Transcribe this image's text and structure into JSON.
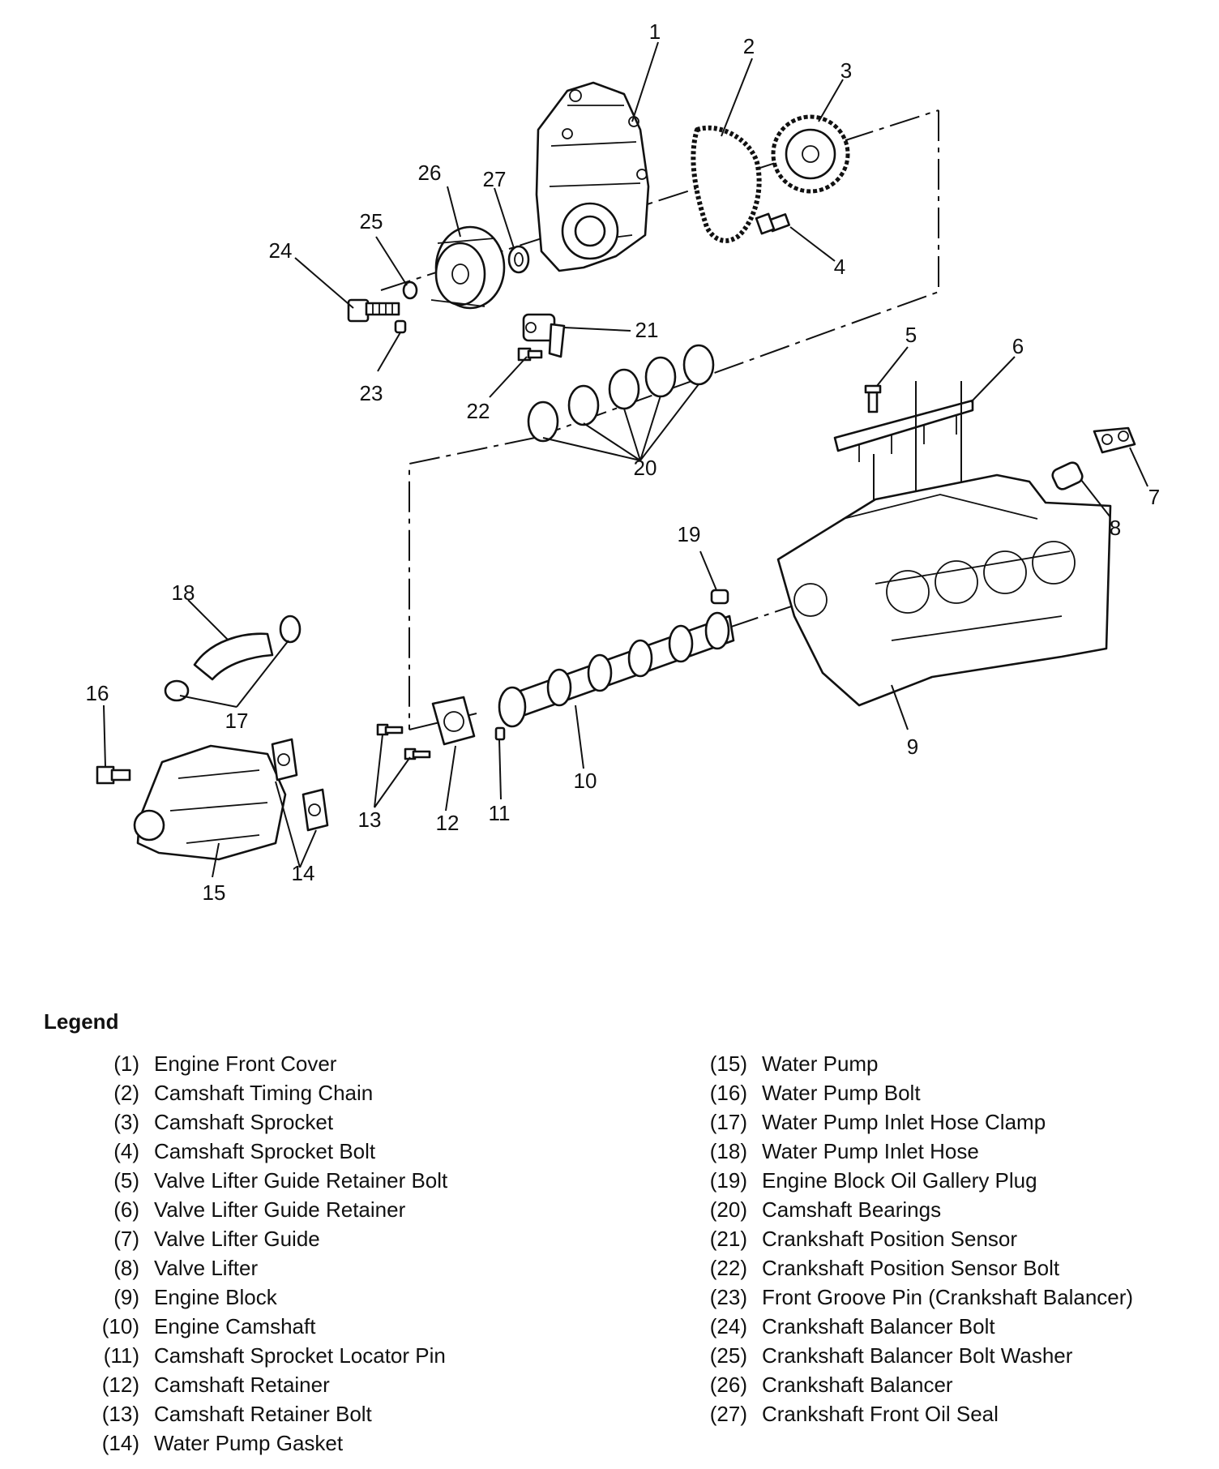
{
  "callouts": [
    "1",
    "2",
    "3",
    "4",
    "5",
    "6",
    "7",
    "8",
    "9",
    "10",
    "11",
    "12",
    "13",
    "14",
    "15",
    "16",
    "17",
    "18",
    "19",
    "20",
    "21",
    "22",
    "23",
    "24",
    "25",
    "26",
    "27"
  ],
  "legend": {
    "title": "Legend",
    "left": [
      {
        "num": "(1)",
        "label": "Engine Front Cover"
      },
      {
        "num": "(2)",
        "label": "Camshaft Timing Chain"
      },
      {
        "num": "(3)",
        "label": "Camshaft Sprocket"
      },
      {
        "num": "(4)",
        "label": "Camshaft Sprocket Bolt"
      },
      {
        "num": "(5)",
        "label": "Valve Lifter Guide Retainer Bolt"
      },
      {
        "num": "(6)",
        "label": "Valve Lifter Guide Retainer"
      },
      {
        "num": "(7)",
        "label": "Valve Lifter Guide"
      },
      {
        "num": "(8)",
        "label": "Valve Lifter"
      },
      {
        "num": "(9)",
        "label": "Engine Block"
      },
      {
        "num": "(10)",
        "label": "Engine Camshaft"
      },
      {
        "num": "(11)",
        "label": "Camshaft Sprocket Locator Pin"
      },
      {
        "num": "(12)",
        "label": "Camshaft Retainer"
      },
      {
        "num": "(13)",
        "label": "Camshaft Retainer Bolt"
      },
      {
        "num": "(14)",
        "label": "Water Pump Gasket"
      }
    ],
    "right": [
      {
        "num": "(15)",
        "label": "Water Pump"
      },
      {
        "num": "(16)",
        "label": "Water Pump Bolt"
      },
      {
        "num": "(17)",
        "label": "Water Pump Inlet Hose Clamp"
      },
      {
        "num": "(18)",
        "label": "Water Pump Inlet Hose"
      },
      {
        "num": "(19)",
        "label": "Engine Block Oil Gallery Plug"
      },
      {
        "num": "(20)",
        "label": "Camshaft Bearings"
      },
      {
        "num": "(21)",
        "label": "Crankshaft Position Sensor"
      },
      {
        "num": "(22)",
        "label": "Crankshaft Position Sensor Bolt"
      },
      {
        "num": "(23)",
        "label": "Front Groove Pin (Crankshaft Balancer)"
      },
      {
        "num": "(24)",
        "label": "Crankshaft Balancer Bolt"
      },
      {
        "num": "(25)",
        "label": "Crankshaft Balancer Bolt Washer"
      },
      {
        "num": "(26)",
        "label": "Crankshaft Balancer"
      },
      {
        "num": "(27)",
        "label": "Crankshaft Front Oil Seal"
      }
    ]
  }
}
